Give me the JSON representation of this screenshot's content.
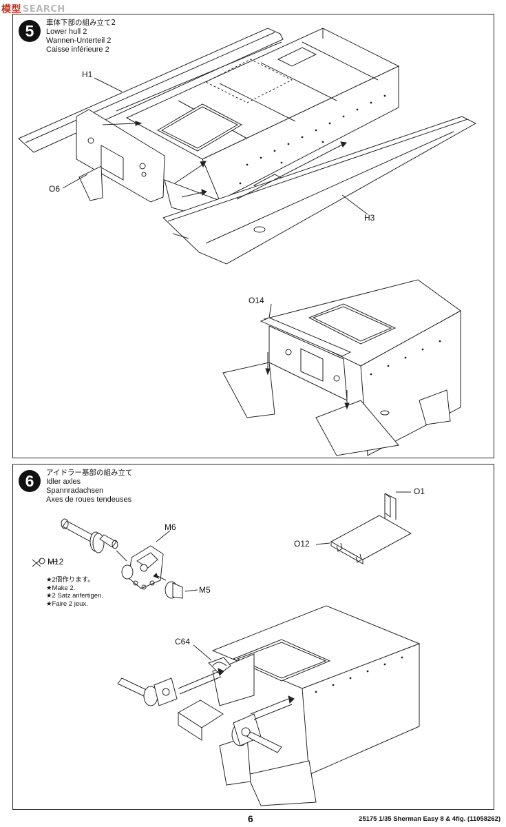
{
  "watermark": {
    "cn": "模型",
    "text": "SEARCH"
  },
  "step5": {
    "number": "5",
    "title_jp": "車体下部の組み立て2",
    "title_en": "Lower hull 2",
    "title_de": "Wannen-Unterteil 2",
    "title_fr": "Caisse inférieure 2",
    "labels": {
      "h1": "H1",
      "o6": "O6",
      "h3": "H3",
      "o14": "O14"
    }
  },
  "step6": {
    "number": "6",
    "title_jp": "アイドラー基部の組み立て",
    "title_en": "Idler axles",
    "title_de": "Spannradachsen",
    "title_fr": "Axes de roues tendeuses",
    "labels": {
      "m6": "M6",
      "m12": "M12",
      "m5": "M5",
      "o1": "O1",
      "o12": "O12",
      "c64": "C64"
    },
    "note": [
      "★2個作ります。",
      "★Make 2.",
      "★2 Satz anfertigen.",
      "★Faire 2 jeux."
    ]
  },
  "footer": {
    "page_number": "6",
    "code": "25175  1/35 Sherman Easy 8 & 4fig. (11058262)"
  }
}
